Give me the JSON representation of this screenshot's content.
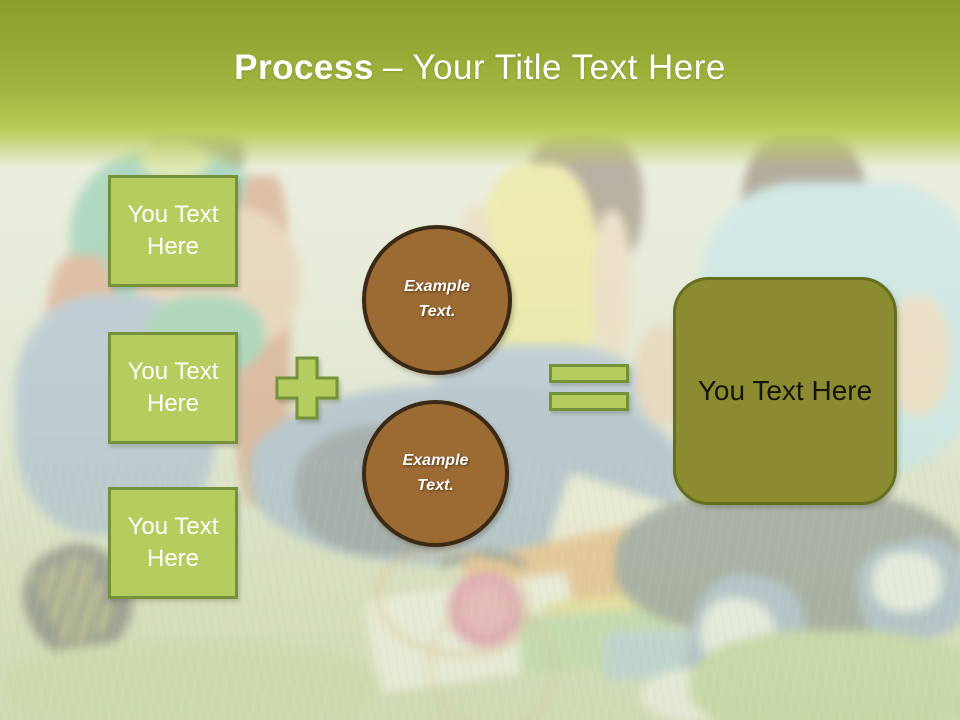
{
  "slide": {
    "title_bold": "Process",
    "title_rest": "– Your Title Text Here"
  },
  "diagram": {
    "input_boxes": [
      {
        "label": "You Text Here"
      },
      {
        "label": "You Text Here"
      },
      {
        "label": "You Text Here"
      }
    ],
    "operators": {
      "plus": "plus-sign",
      "equals": "equals-sign"
    },
    "circles": [
      {
        "label": "Example Text."
      },
      {
        "label": "Example Text."
      }
    ],
    "result_box": {
      "label": "You Text Here"
    }
  },
  "colors": {
    "header_gradient_top": "#8a9e2b",
    "header_gradient_bottom": "#bccd5c",
    "title_text": "#ffffff",
    "input_box_fill": "#b5cc5e",
    "input_box_border": "#75923a",
    "input_box_text": "#ffffff",
    "circle_fill": "#9c6a33",
    "circle_border": "#3a2a15",
    "circle_text": "#ffffff",
    "result_box_fill": "#8b8b31",
    "result_box_border": "#656f1e",
    "result_box_text": "#151505"
  }
}
